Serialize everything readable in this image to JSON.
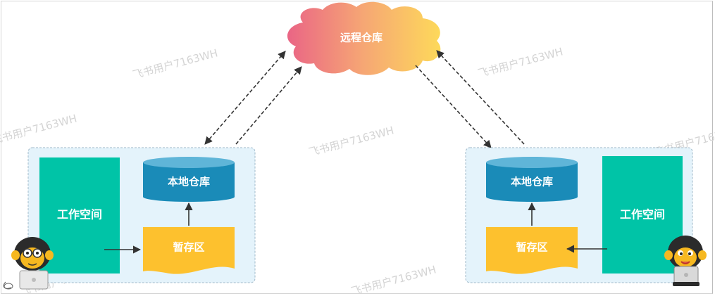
{
  "diagram": {
    "remote_repo": "远程仓库",
    "left": {
      "workspace": "工作空间",
      "local_repo": "本地仓库",
      "staging": "暂存区"
    },
    "right": {
      "workspace": "工作空间",
      "local_repo": "本地仓库",
      "staging": "暂存区"
    },
    "watermark": "飞书用户7163WH"
  },
  "colors": {
    "workspace": "#00c4a7",
    "local_repo": "#1a8bb8",
    "staging": "#fdc12e",
    "group_bg": "#e4f3fb",
    "cloud_start": "#ec6f8a",
    "cloud_end": "#fdd55c",
    "arrow": "#333333"
  },
  "icons": [
    "monkey-with-laptop-icon"
  ]
}
